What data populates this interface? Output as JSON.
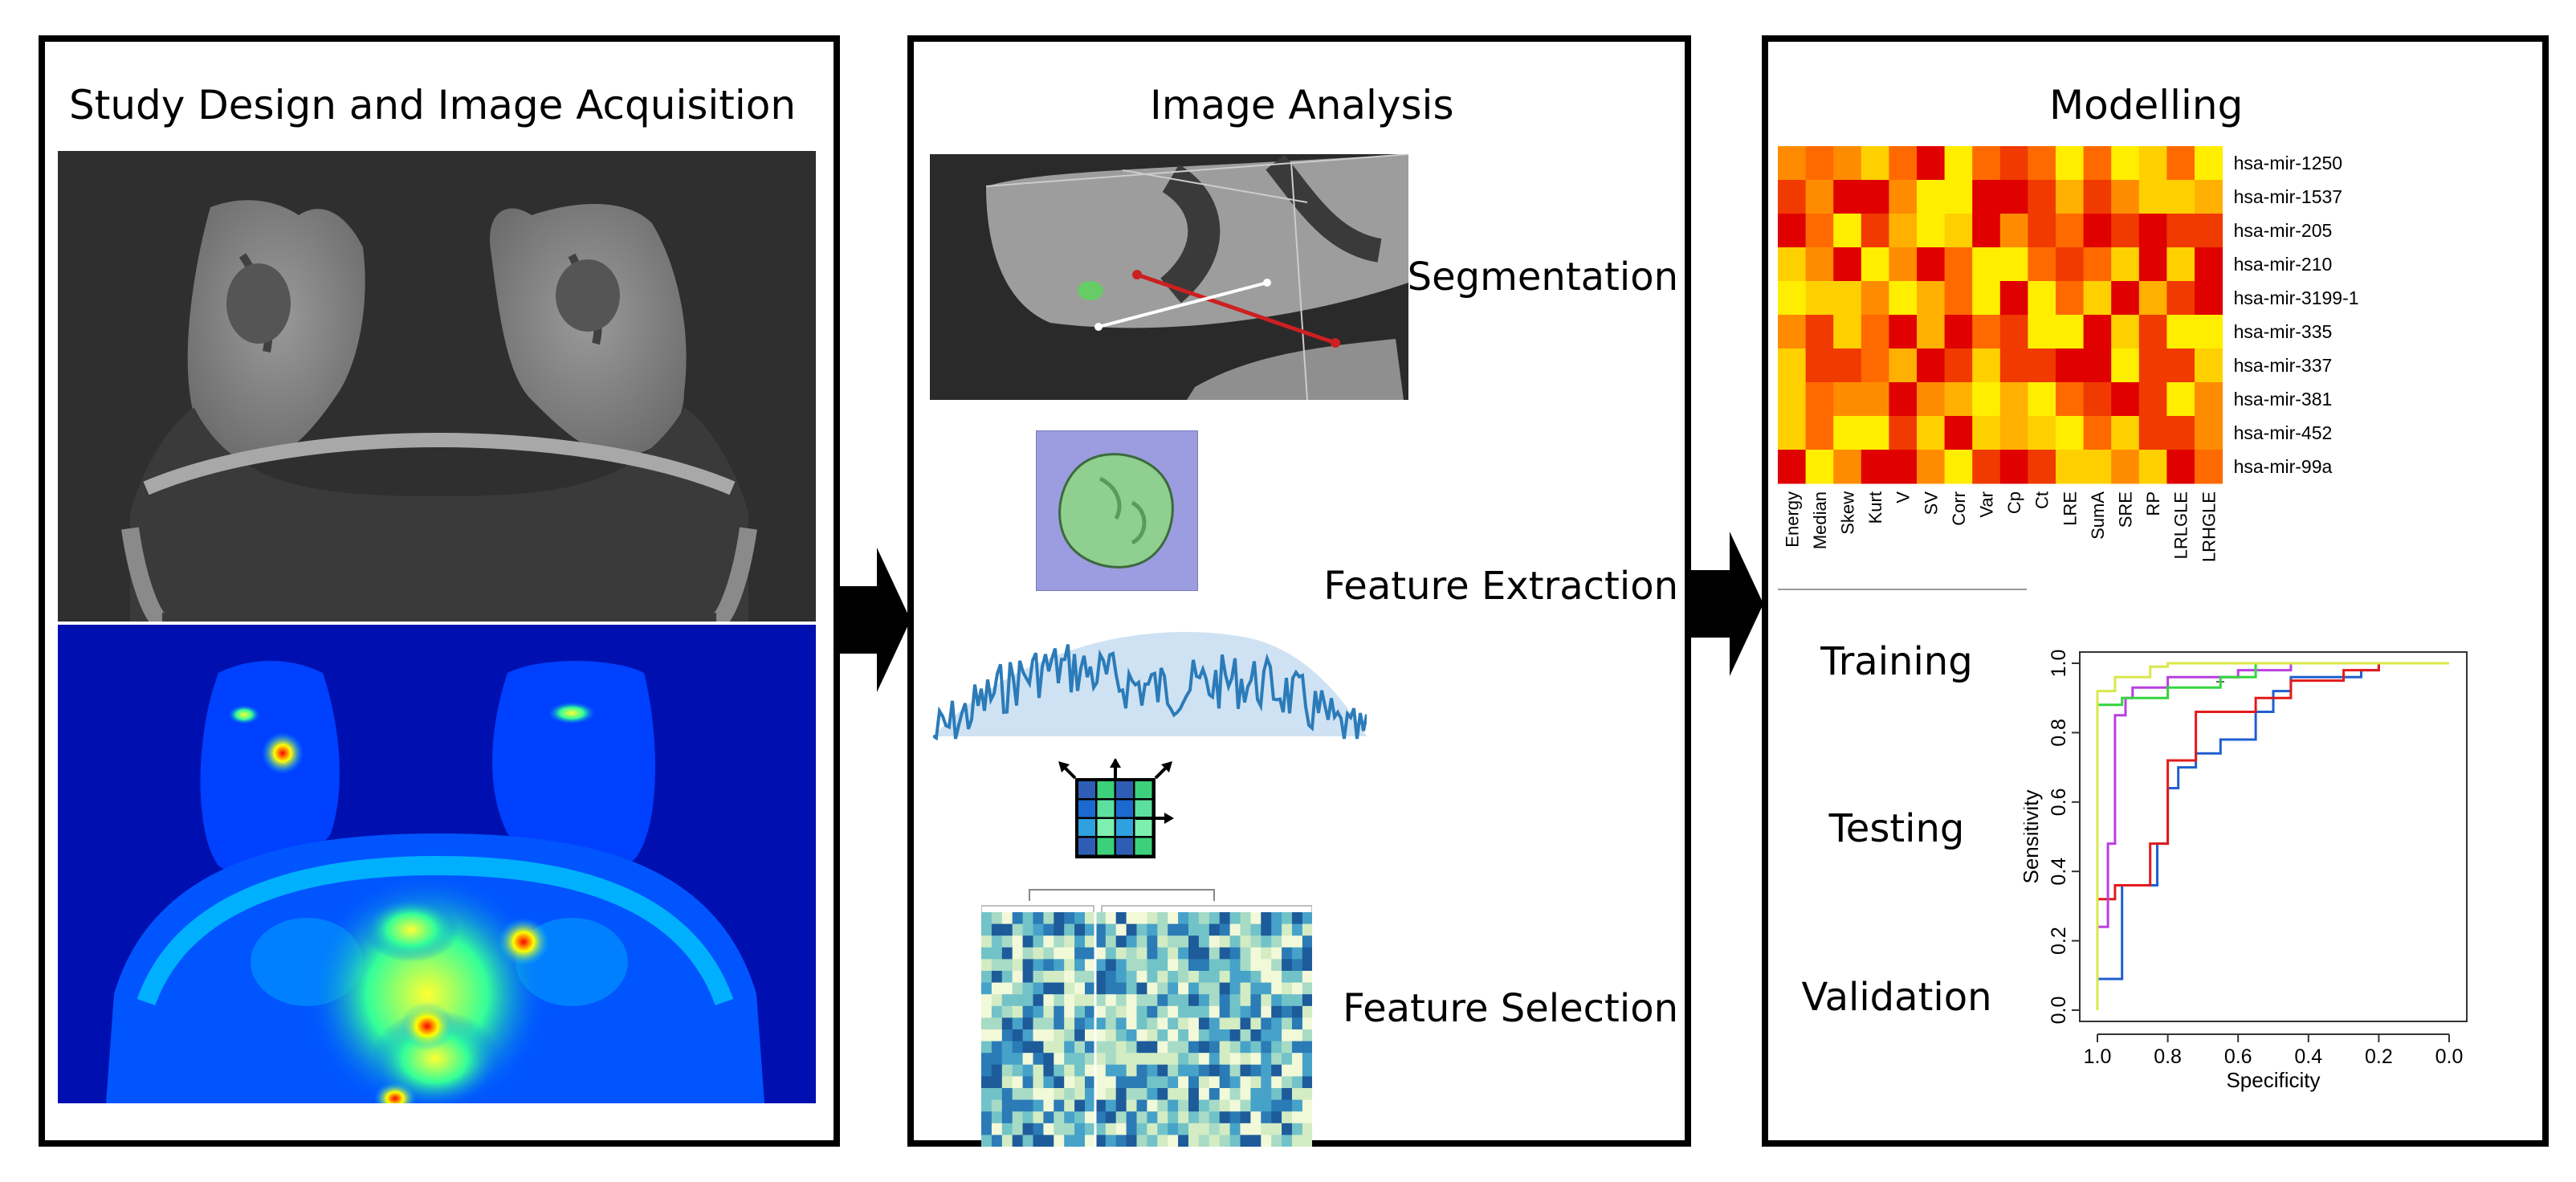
{
  "panels": {
    "study": {
      "title": "Study Design and Image Acquisition"
    },
    "analysis": {
      "title": "Image Analysis",
      "steps": [
        "Segmentation",
        "Feature Extraction",
        "Feature Selection"
      ]
    },
    "modelling": {
      "title": "Modelling",
      "phases": [
        "Training",
        "Testing",
        "Validation"
      ],
      "heatmap": {
        "rows": [
          "hsa-mir-1250",
          "hsa-mir-1537",
          "hsa-mir-205",
          "hsa-mir-210",
          "hsa-mir-3199-1",
          "hsa-mir-335",
          "hsa-mir-337",
          "hsa-mir-381",
          "hsa-mir-452",
          "hsa-mir-99a"
        ],
        "columns": [
          "Energy",
          "Median",
          "Skew",
          "Kurt",
          "V",
          "SV",
          "Corr",
          "Var",
          "Cp",
          "Ct",
          "LRE",
          "SumA",
          "SRE",
          "RP",
          "LRLGLE",
          "LRHGLE"
        ]
      }
    }
  },
  "colors": {
    "heat_low": "#ffee00",
    "heat_mid": "#ff8c00",
    "heat_high": "#e00000",
    "hist": "#2b7bb9"
  },
  "chart_data": {
    "type": "line",
    "xlabel": "Specificity",
    "ylabel": "Sensitivity",
    "xlim": [
      1.0,
      0.0
    ],
    "ylim": [
      0.0,
      1.0
    ],
    "xticks": [
      "1.0",
      "0.8",
      "0.6",
      "0.4",
      "0.2",
      "0.0"
    ],
    "yticks": [
      "0.0",
      "0.2",
      "0.4",
      "0.6",
      "0.8",
      "1.0"
    ],
    "series": [
      {
        "color": "#1f5fd0",
        "points": [
          [
            1.0,
            0.0
          ],
          [
            1.0,
            0.09
          ],
          [
            0.93,
            0.09
          ],
          [
            0.93,
            0.36
          ],
          [
            0.83,
            0.36
          ],
          [
            0.83,
            0.48
          ],
          [
            0.8,
            0.48
          ],
          [
            0.8,
            0.64
          ],
          [
            0.77,
            0.64
          ],
          [
            0.77,
            0.7
          ],
          [
            0.72,
            0.7
          ],
          [
            0.72,
            0.74
          ],
          [
            0.65,
            0.74
          ],
          [
            0.65,
            0.78
          ],
          [
            0.55,
            0.78
          ],
          [
            0.55,
            0.86
          ],
          [
            0.5,
            0.86
          ],
          [
            0.5,
            0.92
          ],
          [
            0.45,
            0.92
          ],
          [
            0.45,
            0.96
          ],
          [
            0.25,
            0.96
          ],
          [
            0.25,
            0.98
          ],
          [
            0.2,
            0.98
          ],
          [
            0.2,
            1.0
          ],
          [
            0.0,
            1.0
          ]
        ]
      },
      {
        "color": "#e31a1c",
        "points": [
          [
            1.0,
            0.0
          ],
          [
            1.0,
            0.32
          ],
          [
            0.95,
            0.32
          ],
          [
            0.95,
            0.36
          ],
          [
            0.85,
            0.36
          ],
          [
            0.85,
            0.48
          ],
          [
            0.8,
            0.48
          ],
          [
            0.8,
            0.72
          ],
          [
            0.72,
            0.72
          ],
          [
            0.72,
            0.86
          ],
          [
            0.55,
            0.86
          ],
          [
            0.55,
            0.9
          ],
          [
            0.45,
            0.9
          ],
          [
            0.45,
            0.95
          ],
          [
            0.3,
            0.95
          ],
          [
            0.3,
            0.98
          ],
          [
            0.2,
            0.98
          ],
          [
            0.2,
            1.0
          ],
          [
            0.0,
            1.0
          ]
        ]
      },
      {
        "color": "#b93fe0",
        "points": [
          [
            1.0,
            0.0
          ],
          [
            1.0,
            0.24
          ],
          [
            0.97,
            0.24
          ],
          [
            0.97,
            0.48
          ],
          [
            0.95,
            0.48
          ],
          [
            0.95,
            0.85
          ],
          [
            0.92,
            0.85
          ],
          [
            0.92,
            0.9
          ],
          [
            0.9,
            0.9
          ],
          [
            0.9,
            0.93
          ],
          [
            0.8,
            0.93
          ],
          [
            0.8,
            0.96
          ],
          [
            0.6,
            0.96
          ],
          [
            0.6,
            0.98
          ],
          [
            0.45,
            0.98
          ],
          [
            0.45,
            1.0
          ],
          [
            0.0,
            1.0
          ]
        ]
      },
      {
        "color": "#33d63d",
        "points": [
          [
            1.0,
            0.0
          ],
          [
            1.0,
            0.88
          ],
          [
            0.93,
            0.88
          ],
          [
            0.93,
            0.9
          ],
          [
            0.8,
            0.9
          ],
          [
            0.8,
            0.93
          ],
          [
            0.65,
            0.93
          ],
          [
            0.65,
            0.96
          ],
          [
            0.55,
            0.96
          ],
          [
            0.55,
            1.0
          ],
          [
            0.0,
            1.0
          ]
        ]
      },
      {
        "color": "#d9e84a",
        "points": [
          [
            1.0,
            0.0
          ],
          [
            1.0,
            0.92
          ],
          [
            0.95,
            0.92
          ],
          [
            0.95,
            0.96
          ],
          [
            0.85,
            0.96
          ],
          [
            0.85,
            0.99
          ],
          [
            0.8,
            0.99
          ],
          [
            0.8,
            1.0
          ],
          [
            0.0,
            1.0
          ]
        ]
      }
    ]
  }
}
